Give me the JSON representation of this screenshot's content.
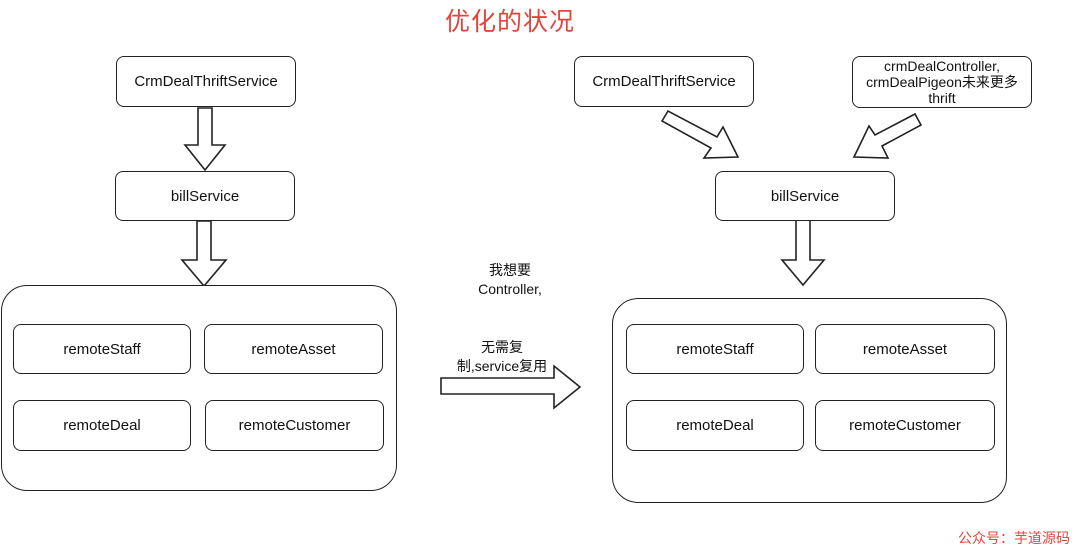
{
  "title": "优化的状况",
  "left": {
    "service": "CrmDealThriftService",
    "bill": "billService",
    "remotes": [
      "remoteStaff",
      "remoteAsset",
      "remoteDeal",
      "remoteCustomer"
    ]
  },
  "right": {
    "service": "CrmDealThriftService",
    "controller": "crmDealController, crmDealPigeon未来更多thrift",
    "bill": "billService",
    "remotes": [
      "remoteStaff",
      "remoteAsset",
      "remoteDeal",
      "remoteCustomer"
    ]
  },
  "middle_note": {
    "line1": "我想要",
    "line2": "Controller,",
    "line3": "无需复",
    "line4": "制,service复用"
  },
  "watermark": "公众号：芋道源码",
  "colors": {
    "title": "#e2453c",
    "stroke": "#222222"
  }
}
